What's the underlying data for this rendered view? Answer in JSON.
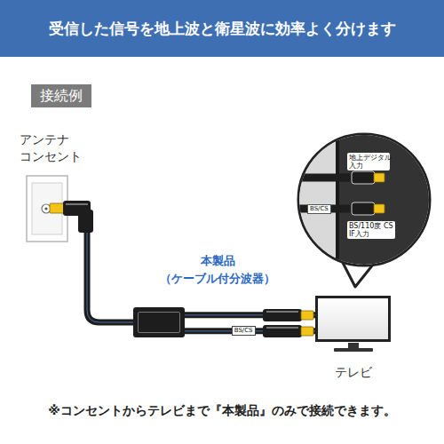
{
  "diagram": {
    "title": "受信した信号を地上波と衛星波に効率よく分けます",
    "caption": "※コンセントからテレビまで『本製品』のみで接続できます。",
    "nodes": [
      {
        "text": [
          "接続例"
        ]
      },
      {
        "text": [
          "アンテナ コンセント"
        ]
      },
      {
        "text": [
          "本製品 （ケーブル付分波器）"
        ]
      },
      {
        "text": [
          "テレビ"
        ]
      }
    ],
    "edges": [
      {
        "from": 1,
        "to": 2,
        "arrow": "none"
      },
      {
        "from": 2,
        "to": 3,
        "arrow": "none"
      },
      {
        "from": 2,
        "to": 3,
        "arrow": "none",
        "label": "BS/CS"
      }
    ],
    "labels": [
      "地上デジタル 入力",
      "BS/CS",
      "BS/110度 CS IF入力"
    ]
  }
}
